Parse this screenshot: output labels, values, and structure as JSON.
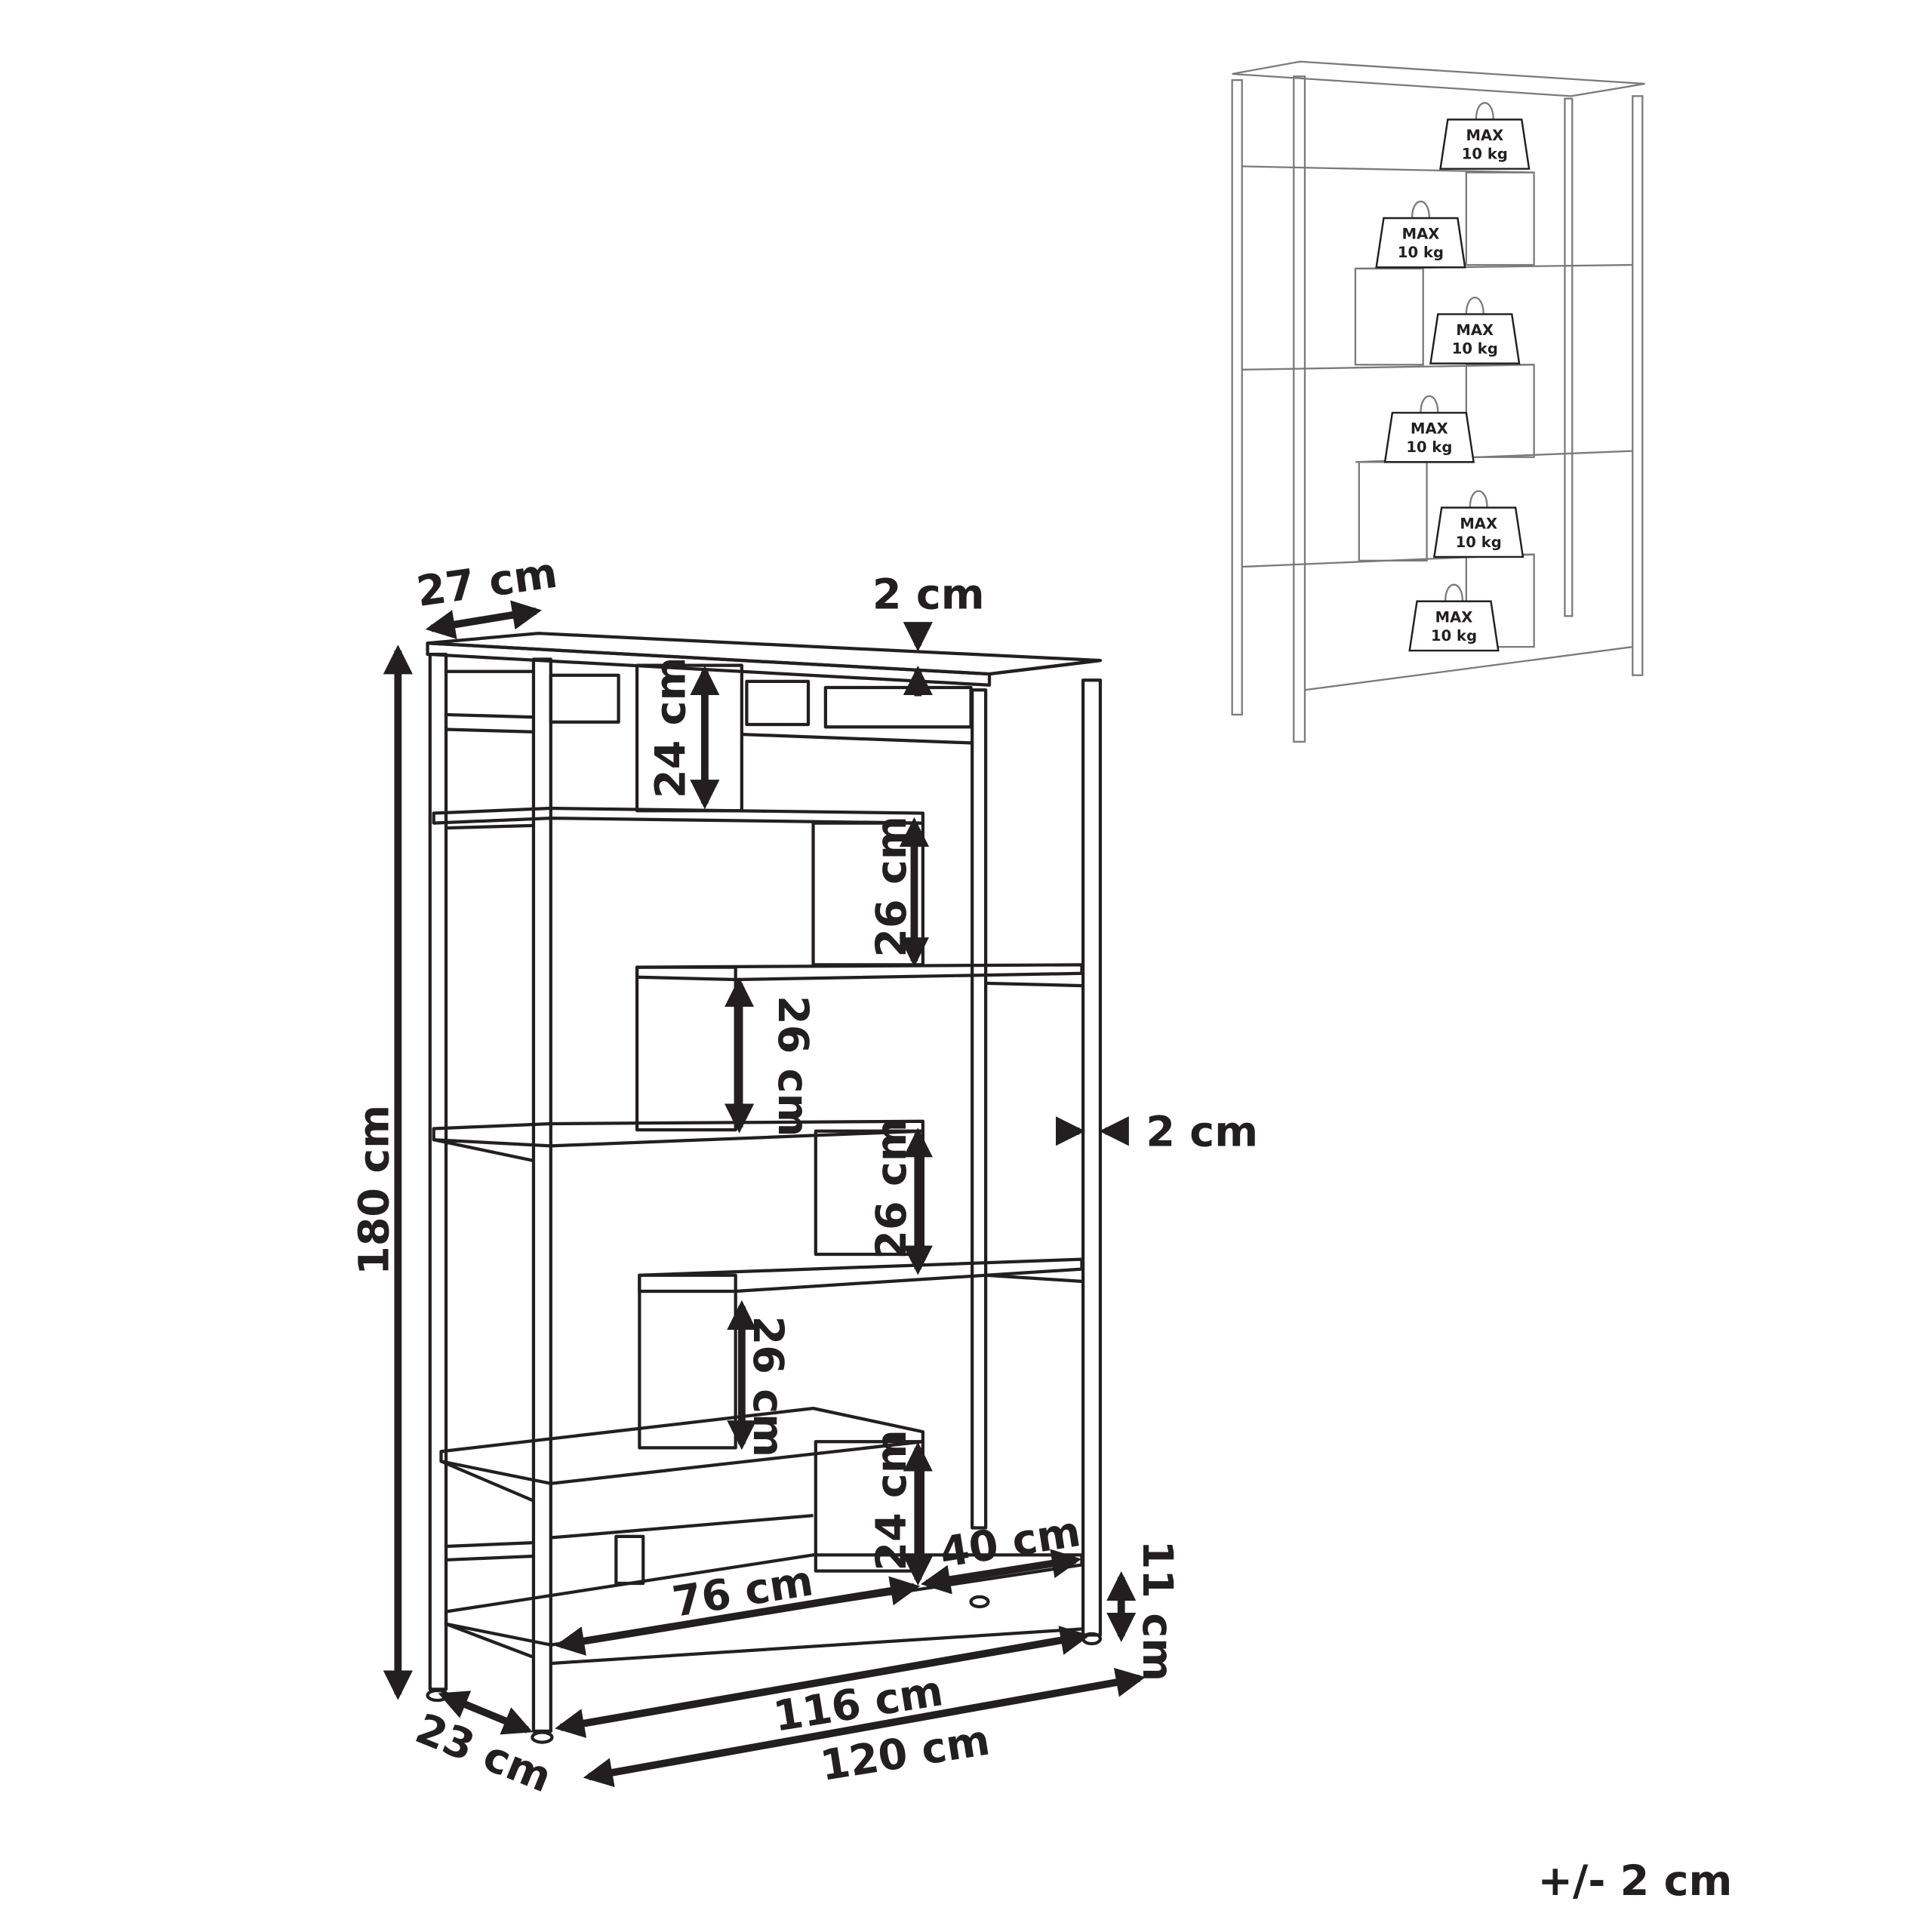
{
  "dimensions": {
    "depth_top": "27 cm",
    "top_thickness": "2 cm",
    "shelf_gap_top": "24 cm",
    "shelf_gap_2": "26 cm",
    "shelf_gap_3": "26 cm",
    "shelf_gap_4": "26 cm",
    "shelf_gap_5": "26 cm",
    "shelf_gap_bottom": "24 cm",
    "shelf_width_right": "40 cm",
    "shelf_width_left": "76 cm",
    "inner_width": "116 cm",
    "total_width": "120 cm",
    "height": "180 cm",
    "depth_bottom": "23 cm",
    "leg_height": "11 cm",
    "post_thickness": "2 cm"
  },
  "tolerance": "+/- 2 cm",
  "load_labels": [
    {
      "line1": "MAX",
      "line2": "10 kg"
    },
    {
      "line1": "MAX",
      "line2": "10 kg"
    },
    {
      "line1": "MAX",
      "line2": "10 kg"
    },
    {
      "line1": "MAX",
      "line2": "10 kg"
    },
    {
      "line1": "MAX",
      "line2": "10 kg"
    },
    {
      "line1": "MAX",
      "line2": "10 kg"
    }
  ]
}
